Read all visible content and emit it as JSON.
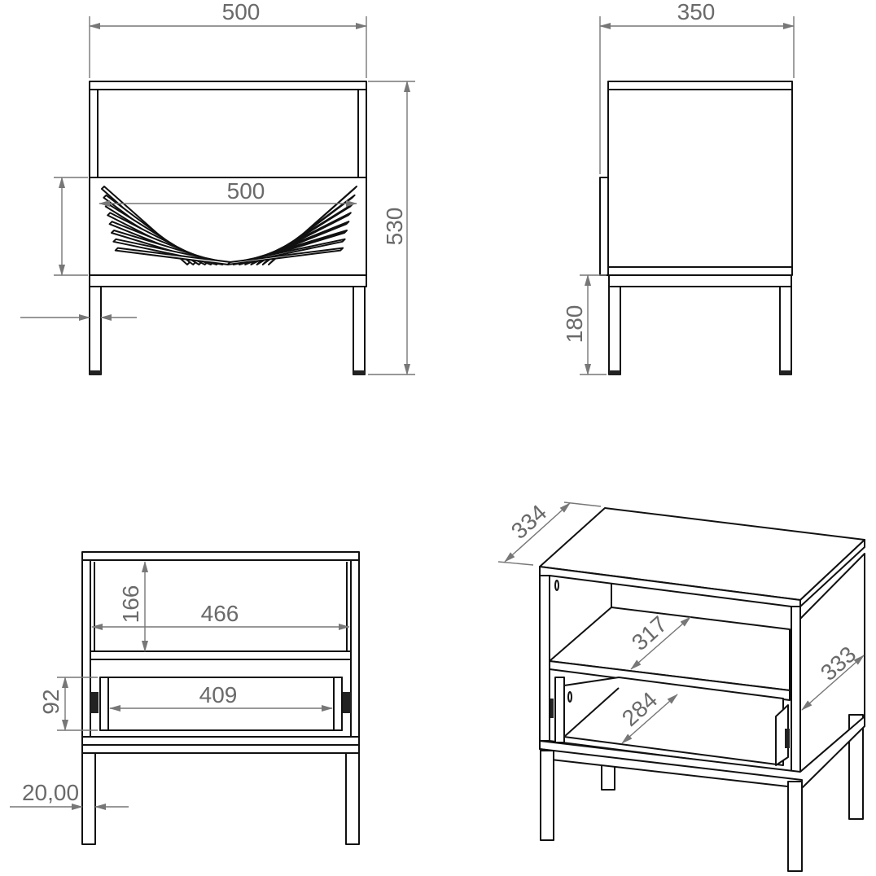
{
  "views": {
    "front": {
      "width_top": "500",
      "drawer_width": "500",
      "height": "530"
    },
    "side": {
      "depth": "350",
      "leg_height": "180"
    },
    "front_open": {
      "shelf_height": "166",
      "inner_width": "466",
      "drawer_height": "92",
      "drawer_inner_width": "409",
      "leg_size": "20,00"
    },
    "iso": {
      "top_depth": "334",
      "shelf_depth": "317",
      "side_depth": "333",
      "drawer_depth": "284"
    }
  },
  "colors": {
    "line": "#111111",
    "dimension": "#777777"
  }
}
